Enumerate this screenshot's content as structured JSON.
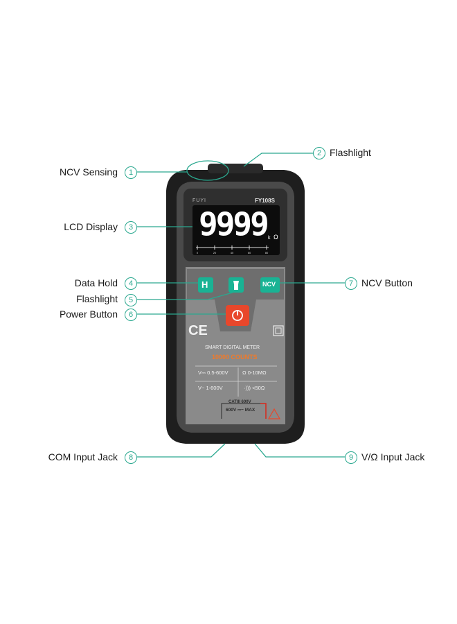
{
  "callouts": [
    {
      "num": "1",
      "label": "NCV Sensing"
    },
    {
      "num": "2",
      "label": "Flashlight"
    },
    {
      "num": "3",
      "label": "LCD Display"
    },
    {
      "num": "4",
      "label": "Data Hold"
    },
    {
      "num": "5",
      "label": "Flashlight"
    },
    {
      "num": "6",
      "label": "Power Button"
    },
    {
      "num": "7",
      "label": "NCV Button"
    },
    {
      "num": "8",
      "label": "COM Input Jack"
    },
    {
      "num": "9",
      "label": "V/Ω Input Jack"
    }
  ],
  "device": {
    "brand": "FUYI",
    "model": "FY108S",
    "reading": "9999",
    "unit_k": "k",
    "unit_ohm": "Ω",
    "scale_ticks": [
      "0",
      "20",
      "40",
      "60",
      "80"
    ],
    "button_hold": "H",
    "button_ncv": "NCV",
    "ce_mark": "CE",
    "title": "SMART DIGITAL METER",
    "counts": "10000 COUNTS",
    "spec_vdc": "V⎓ 0.5-600V",
    "spec_ohm": "Ω  0-10MΩ",
    "spec_vac": "V~ 1-600V",
    "spec_cont": "·))) <50Ω",
    "cat_rating": "CATIII 600V",
    "max_rating": "600V ⎓~ MAX",
    "warning_symbol": "⚠"
  },
  "colors": {
    "accent": "#2aa88f",
    "button_green": "#19b394",
    "power_red": "#e8472b",
    "counts_orange": "#f07a2a",
    "body_dark": "#2b2b2b",
    "panel_grey": "#7d7d7d"
  }
}
